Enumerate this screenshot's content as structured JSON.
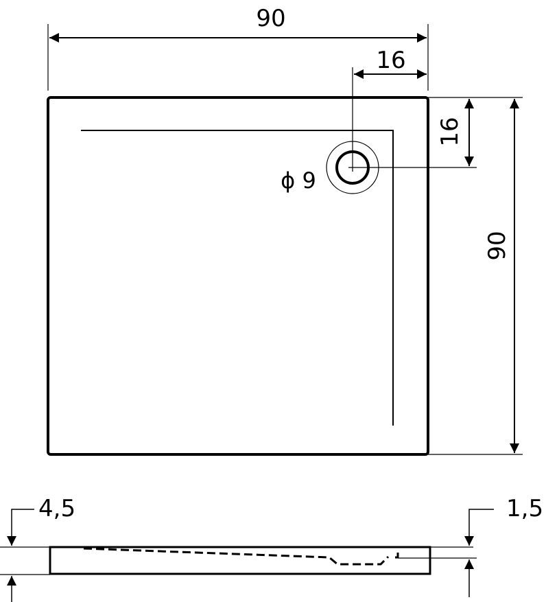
{
  "plan_view": {
    "width_label": "90",
    "depth_label": "90",
    "drain_offset_x_label": "16",
    "drain_offset_y_label": "16",
    "drain_diameter_label": "ϕ 9"
  },
  "side_view": {
    "height_label": "4,5",
    "drain_depth_label": "1,5"
  },
  "colors": {
    "line": "#000000",
    "background": "#ffffff"
  }
}
